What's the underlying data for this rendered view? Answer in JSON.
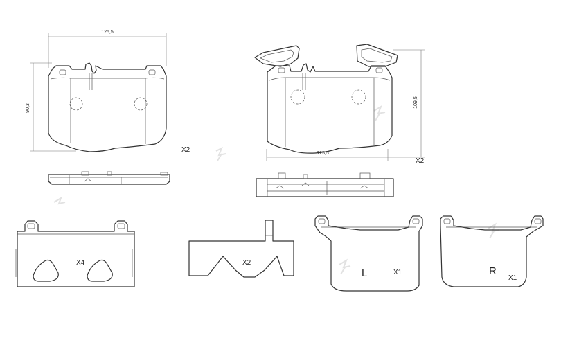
{
  "views": {
    "front_pad": {
      "width_dim": "125,5",
      "height_dim": "90,3",
      "quantity": "X2"
    },
    "top_pad": {
      "width_dim": "125,5",
      "height_dim": "109,5",
      "quantity": "X2"
    },
    "shim": {
      "quantity": "X4"
    },
    "clip": {
      "quantity": "X2"
    },
    "left_plate": {
      "side_mark": "L",
      "quantity": "X1"
    },
    "right_plate": {
      "side_mark": "R",
      "quantity": "X1"
    }
  }
}
